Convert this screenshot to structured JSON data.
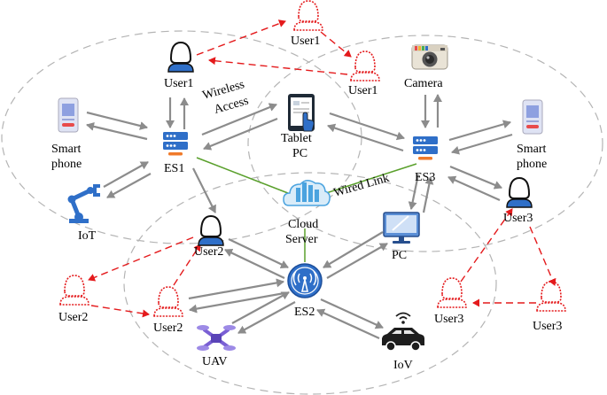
{
  "labels": {
    "user1_top": "User1",
    "user1_right": "User1",
    "user1_main": "User1",
    "wireless": "Wireless",
    "access": "Access",
    "camera": "Camera",
    "tablet1": "Tablet",
    "tablet2": "PC",
    "smartphone_left1": "Smart",
    "smartphone_left2": "phone",
    "smartphone_right1": "Smart",
    "smartphone_right2": "phone",
    "es1": "ES1",
    "es3": "ES3",
    "wired_link": "Wired Link",
    "iot": "IoT",
    "cloud1": "Cloud",
    "cloud2": "Server",
    "user2_main": "User2",
    "pc": "PC",
    "user3_main": "User3",
    "user2_left": "User2",
    "user2_mid": "User2",
    "es2": "ES2",
    "user3_mid": "User3",
    "user3_right": "User3",
    "uav": "UAV",
    "iov": "IoV"
  },
  "colors": {
    "arrow_gray": "#8c8c8c",
    "ellipse_gray": "#b4b4b4",
    "dashed_red": "#e41a1c",
    "wired_green": "#5aa02c",
    "server_blue": "#2f6fc8",
    "status_orange": "#f07a2a"
  },
  "icons": [
    "user-icon",
    "server-icon",
    "tablet-icon",
    "smartphone-icon",
    "camera-icon",
    "robot-arm-icon",
    "cloud-server-icon",
    "monitor-icon",
    "antenna-icon",
    "drone-icon",
    "car-icon"
  ]
}
